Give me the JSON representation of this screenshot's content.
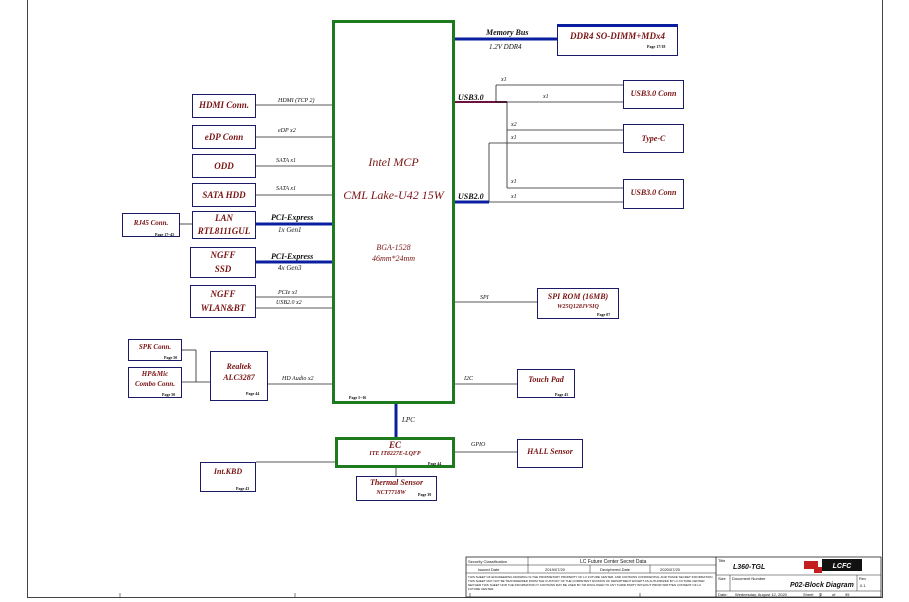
{
  "cpu": {
    "line1": "Intel  MCP",
    "line2": "CML Lake-U42 15W",
    "line3": "BGA-1528",
    "line4": "46mm*24mm",
    "page": "Page 5~16",
    "usb30_port": "USB3.0",
    "usb20_port": "USB2.0"
  },
  "memory": {
    "bus_label": "Memory Bus",
    "voltage": "1.2V  DDR4",
    "box": "DDR4 SO-DIMM+MDx4",
    "page": "Page 17/18"
  },
  "left": {
    "hdmi": {
      "label": "HDMI Conn.",
      "bus": "HDMI (TCP 2)"
    },
    "edp": {
      "label": "eDP Conn",
      "bus": "eDP x2"
    },
    "odd": {
      "label": "ODD",
      "bus": "SATA x1"
    },
    "sata_hdd": {
      "label": "SATA HDD",
      "bus": "SATA x1"
    },
    "lan": {
      "line1": "LAN",
      "line2": "RTL8111GUL",
      "bus1": "PCI-Express",
      "bus2": "1x Gen1"
    },
    "rj45": {
      "label": "RJ45 Conn.",
      "page": "Page 17~45"
    },
    "ngff_ssd": {
      "line1": "NGFF",
      "line2": "SSD",
      "bus1": "PCI-Express",
      "bus2": "4x Gen3"
    },
    "ngff_wlan": {
      "line1": "NGFF",
      "line2": "WLAN&BT",
      "bus1": "PCIe x1",
      "bus2": "USB2.0 x2"
    },
    "spk": {
      "label": "SPK Conn.",
      "page": "Page 50"
    },
    "hp_mic": {
      "line1": "HP&Mic",
      "line2": "Combo Conn.",
      "page": "Page 50"
    },
    "realtek": {
      "line1": "Realtek",
      "line2": "ALC3287",
      "page": "Page 44",
      "bus": "HD Audio  x2"
    },
    "kbd": {
      "label": "Int.KBD",
      "page": "Page 43"
    }
  },
  "right": {
    "usb30_top": {
      "label": "USB3.0 Conn",
      "x1a": "x1",
      "x1b": "x1"
    },
    "typec": {
      "label": "Type-C",
      "x2": "x2",
      "x1": "x1"
    },
    "usb30_bottom": {
      "label": "USB3.0 Conn",
      "x1a": "x1",
      "x1b": "x1"
    },
    "spi_rom": {
      "line1": "SPI ROM (16MB)",
      "line2": "W25Q128JVSIQ",
      "page": "Page 07",
      "bus": "SPI"
    },
    "touchpad": {
      "label": "Touch Pad",
      "page": "Page 45",
      "bus": "I2C"
    },
    "hall": {
      "label": "HALL Sensor",
      "bus": "GPIO"
    }
  },
  "ec": {
    "line1": "EC",
    "line2": "ITE IT8227E-LQFP",
    "page": "Page 44",
    "bus": "LPC",
    "thermal": {
      "line1": "Thermal Sensor",
      "line2": "NCT7718W",
      "page": "Page 39"
    }
  },
  "titleblock": {
    "security_label": "Security Classification",
    "secret": "LC Future Center Secret Data",
    "title_label": "Title",
    "title_value": "L360-TGL",
    "issued_label": "Issued Date",
    "issued_value": "2019/07/20",
    "deciphered_label": "Deciphered Date",
    "deciphered_value": "2020/07/20",
    "notice": "THIS SHEET OF ENGINEERING DRAWING IS THE PROPRIETARY PROPERTY OF LC FUTURE CENTER. AND CONTAINS CONFIDENTIAL AND TRADE SECRET INFORMATION. THIS SHEET MAY NOT BE TRANSFERRED FROM THE CUSTODY OF THE COMPETENT DIVISION OF DEPARTMENT EXCEPT AS AUTHORIZED BY LC FUTURE CENTER NEITHER THIS SHEET NOR THE INFORMATION IT CONTAINS MAY BE USED BY OR DISCLOSED TO ANY THIRD PARTY WITHOUT PRIOR WRITTEN CONSENT OF LC FUTURE CENTER.",
    "size_label": "Size",
    "docnum_label": "Document Number",
    "rev_label": "Rev",
    "doc_value": "P02-Block Diagram",
    "rev_value": "0.1",
    "date_label": "Date:",
    "date_value": "Wednesday, August 12, 2020",
    "sheet_label": "Sheet",
    "sheet_value": "2",
    "of_label": "of",
    "of_value": "95",
    "logo_text": "LCFC"
  }
}
